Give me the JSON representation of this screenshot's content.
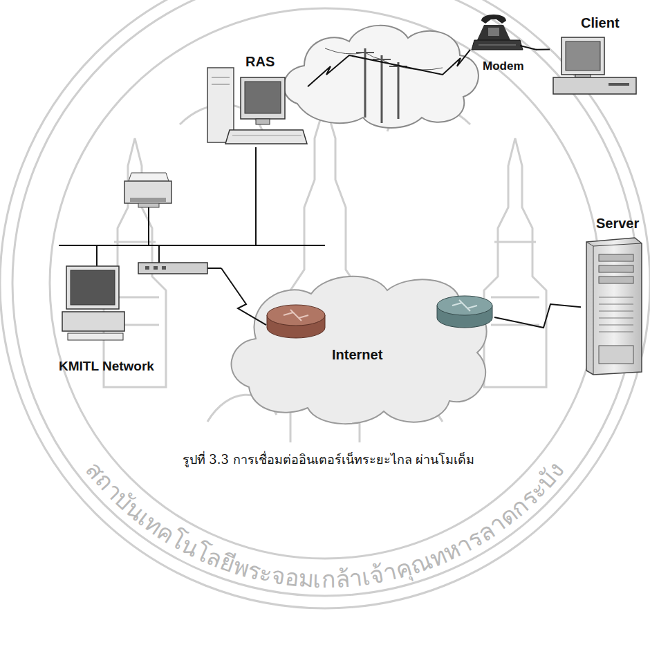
{
  "diagram": {
    "caption": "รูปที่ 3.3 การเชื่อมต่ออินเตอร์เน็ทระยะไกล ผ่านโมเด็ม",
    "nodes": [
      {
        "text": [
          "Client"
        ]
      },
      {
        "text": [
          "Modem"
        ]
      },
      {
        "text": [
          "RAS"
        ]
      },
      {
        "text": [
          "KMITL Network"
        ]
      },
      {
        "text": [
          "Internet"
        ]
      },
      {
        "text": [
          "Server"
        ]
      }
    ],
    "edges": [
      {
        "from": 1,
        "to": 0,
        "arrow": "none"
      },
      {
        "from": 2,
        "to": 1,
        "arrow": "none"
      },
      {
        "from": 2,
        "to": 3,
        "arrow": "none"
      },
      {
        "from": 3,
        "to": 4,
        "arrow": "none"
      },
      {
        "from": 4,
        "to": 5,
        "arrow": "none"
      }
    ],
    "labels": [
      "สถาบันเทคโนโลยีพระจอมเกล้าเจ้าคุณทหารลาดกระบัง"
    ]
  }
}
